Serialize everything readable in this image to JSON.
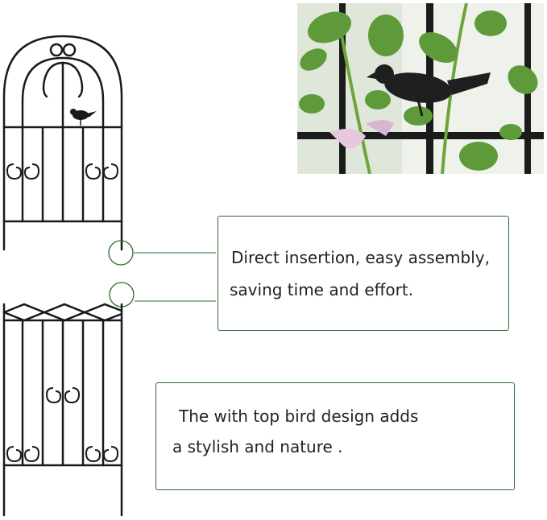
{
  "callouts": {
    "assembly": {
      "line1": "Direct insertion, easy assembly,",
      "line2": "saving time and effort."
    },
    "bird": {
      "line1": "The with top bird design adds",
      "line2": "a stylish and nature ."
    }
  },
  "colors": {
    "frame_green": "#2f6b2f",
    "metal_black": "#1a1a1a",
    "leaf_green": "#5f9a3a",
    "ribbon_pink": "#e7c8e0"
  },
  "icons": {
    "bird_figure": "bird-icon",
    "scroll_ornament": "scroll-icon",
    "connector_ring": "ring-icon"
  }
}
